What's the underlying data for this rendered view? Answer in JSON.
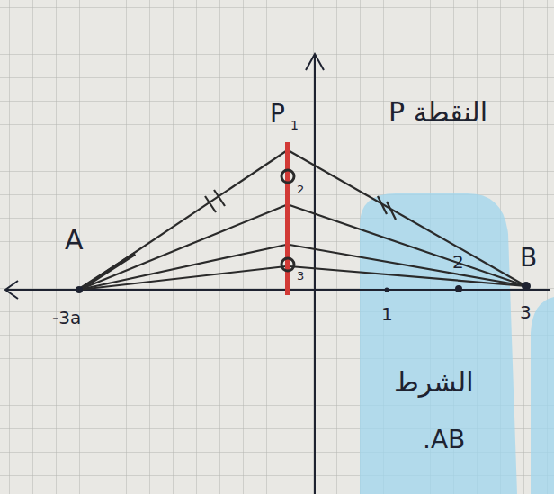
{
  "diagram": {
    "labels": [
      "P",
      "1",
      "2",
      "3",
      "A",
      "-3a",
      "1",
      "2",
      "3",
      "B",
      "النقطة P",
      "الشرط",
      "AB."
    ]
  }
}
